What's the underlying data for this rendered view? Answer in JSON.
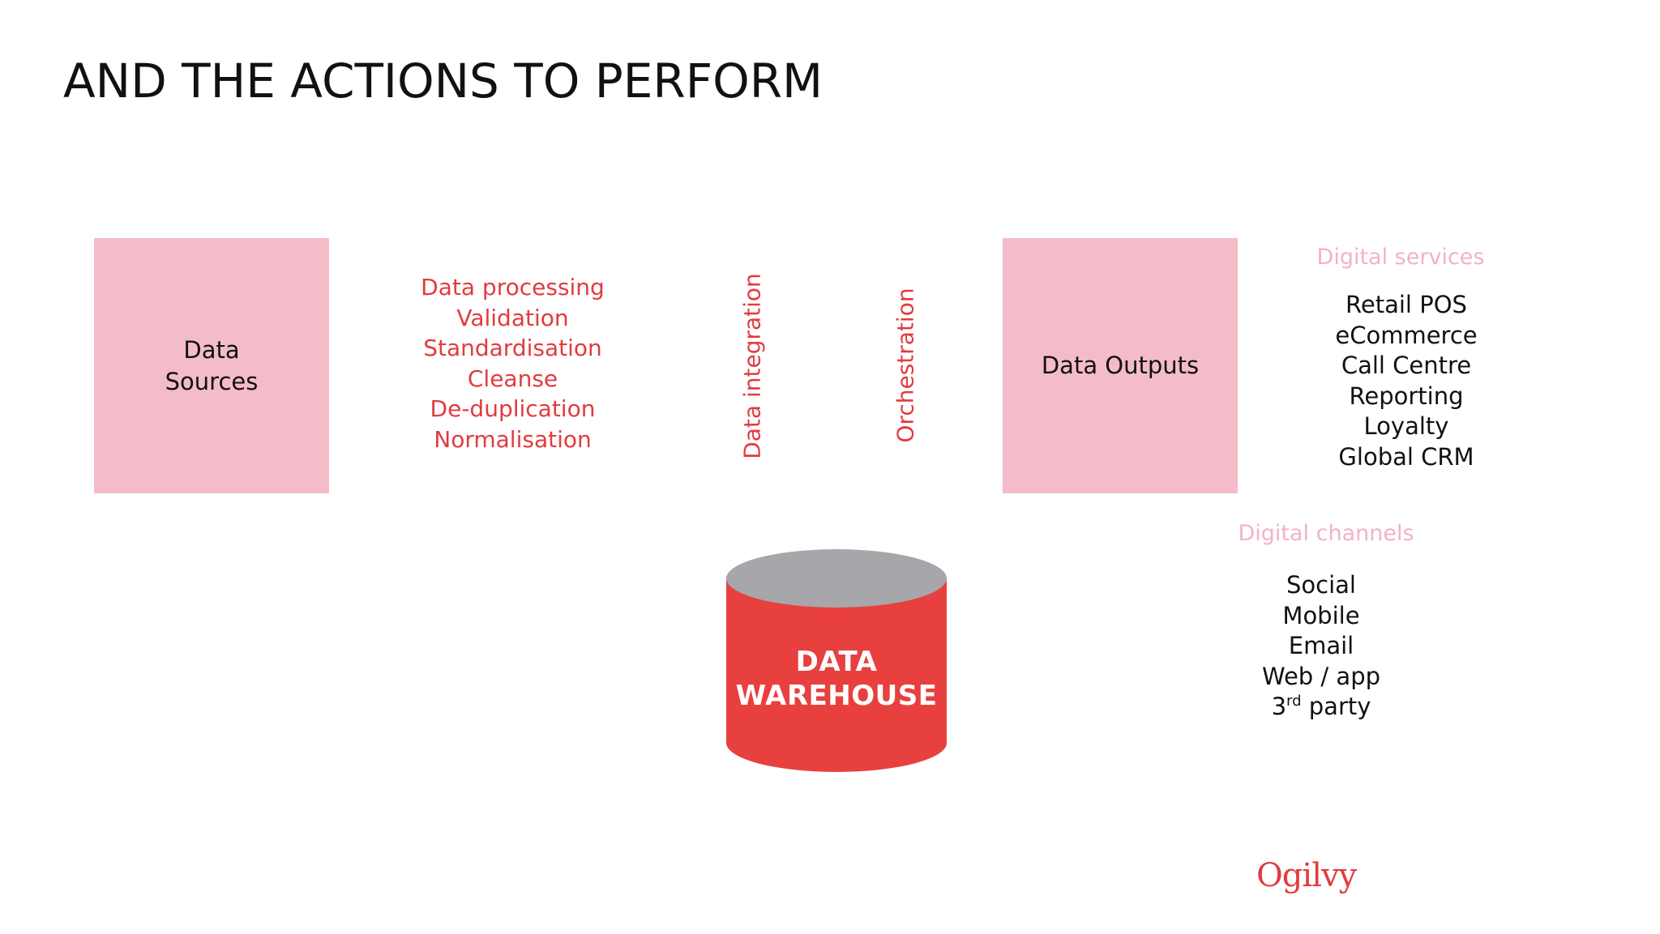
{
  "title": "AND THE ACTIONS TO PERFORM",
  "data_sources": {
    "line1": "Data",
    "line2": "Sources"
  },
  "processing_steps": [
    "Data processing",
    "Validation",
    "Standardisation",
    "Cleanse",
    "De-duplication",
    "Normalisation"
  ],
  "data_integration": "Data integration",
  "orchestration": "Orchestration",
  "data_outputs": "Data Outputs",
  "digital_services": {
    "heading": "Digital services",
    "items": [
      "Retail POS",
      "eCommerce",
      "Call Centre",
      "Reporting",
      "Loyalty",
      "Global CRM"
    ]
  },
  "digital_channels": {
    "heading": "Digital channels",
    "items": [
      "Social",
      "Mobile",
      "Email",
      "Web / app"
    ],
    "third_party": {
      "number": "3",
      "suffix": "rd",
      "rest": " party"
    }
  },
  "warehouse": {
    "line1": "DATA",
    "line2": "WAREHOUSE"
  },
  "logo": "Ogilvy",
  "colors": {
    "box_fill": "#f4bcc8",
    "accent_red": "#e23b3f",
    "light_pink_heading": "#f2b3c4",
    "cylinder_top": "#a7a6aa",
    "cylinder_body": "#e8403f",
    "text": "#111111"
  }
}
